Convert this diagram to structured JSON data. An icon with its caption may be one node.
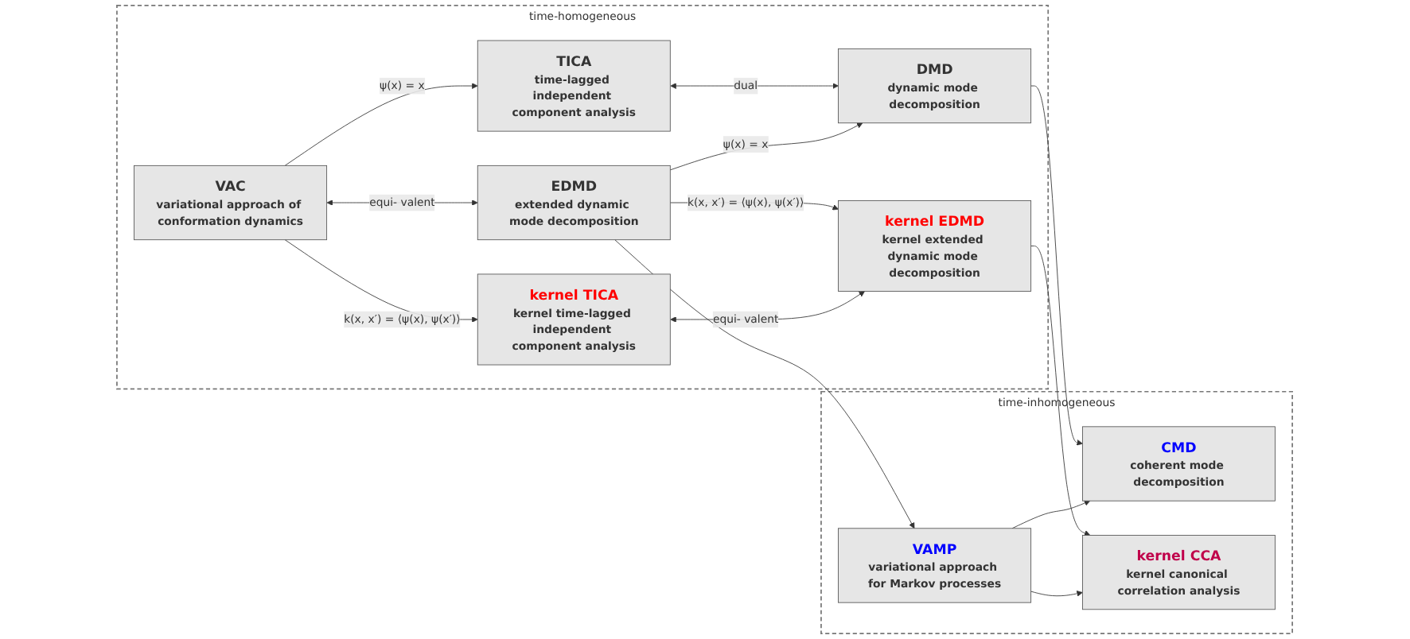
{
  "diagram": {
    "nodes": [
      {
        "text": [
          "time-homogeneous"
        ]
      },
      {
        "text": [
          "TICA",
          "time-lagged independent component analysis"
        ],
        "in": 0
      },
      {
        "text": [
          "DMD",
          "dynamic mode decomposition"
        ],
        "in": 0
      },
      {
        "text": [
          "VAC",
          "variational approach of conformation dynamics"
        ],
        "in": 0
      },
      {
        "text": [
          "EDMD",
          "extended dynamic mode decomposition"
        ],
        "in": 0
      },
      {
        "text": [
          "kernel TICA",
          "kernel time-lagged independent component analysis"
        ],
        "in": 0
      },
      {
        "text": [
          "kernel EDMD",
          "kernel extended dynamic mode decomposition"
        ],
        "in": 0
      },
      {
        "text": [
          "time-inhomogeneous"
        ]
      },
      {
        "text": [
          "CMD",
          "coherent mode decomposition"
        ],
        "in": 7
      },
      {
        "text": [
          "VAMP",
          "variational approach for Markov processes"
        ],
        "in": 7
      },
      {
        "text": [
          "kernel CCA",
          "kernel canonical correlation analysis"
        ],
        "in": 7
      }
    ],
    "edges": [
      {
        "from": 1,
        "to": 2,
        "arrow": "both",
        "label": "dual"
      },
      {
        "from": 3,
        "to": 1,
        "arrow": "to",
        "label": "ψ(x) = x"
      },
      {
        "from": 4,
        "to": 2,
        "arrow": "to",
        "label": "ψ(x) = x"
      },
      {
        "from": 3,
        "to": 4,
        "arrow": "both",
        "label": "equi- valent"
      },
      {
        "from": 3,
        "to": 5,
        "arrow": "to",
        "label": "k(x, x′) = ⟨ψ(x), ψ(x′)⟩"
      },
      {
        "from": 4,
        "to": 6,
        "arrow": "to",
        "label": "k(x, x′) = ⟨ψ(x), ψ(x′)⟩"
      },
      {
        "from": 5,
        "to": 6,
        "arrow": "both",
        "label": "equi- valent"
      },
      {
        "from": 2,
        "to": 8,
        "arrow": "to"
      },
      {
        "from": 4,
        "to": 9,
        "arrow": "to"
      },
      {
        "from": 6,
        "to": 10,
        "arrow": "to"
      },
      {
        "from": 9,
        "to": 8,
        "arrow": "to"
      },
      {
        "from": 9,
        "to": 10,
        "arrow": "to"
      }
    ]
  }
}
